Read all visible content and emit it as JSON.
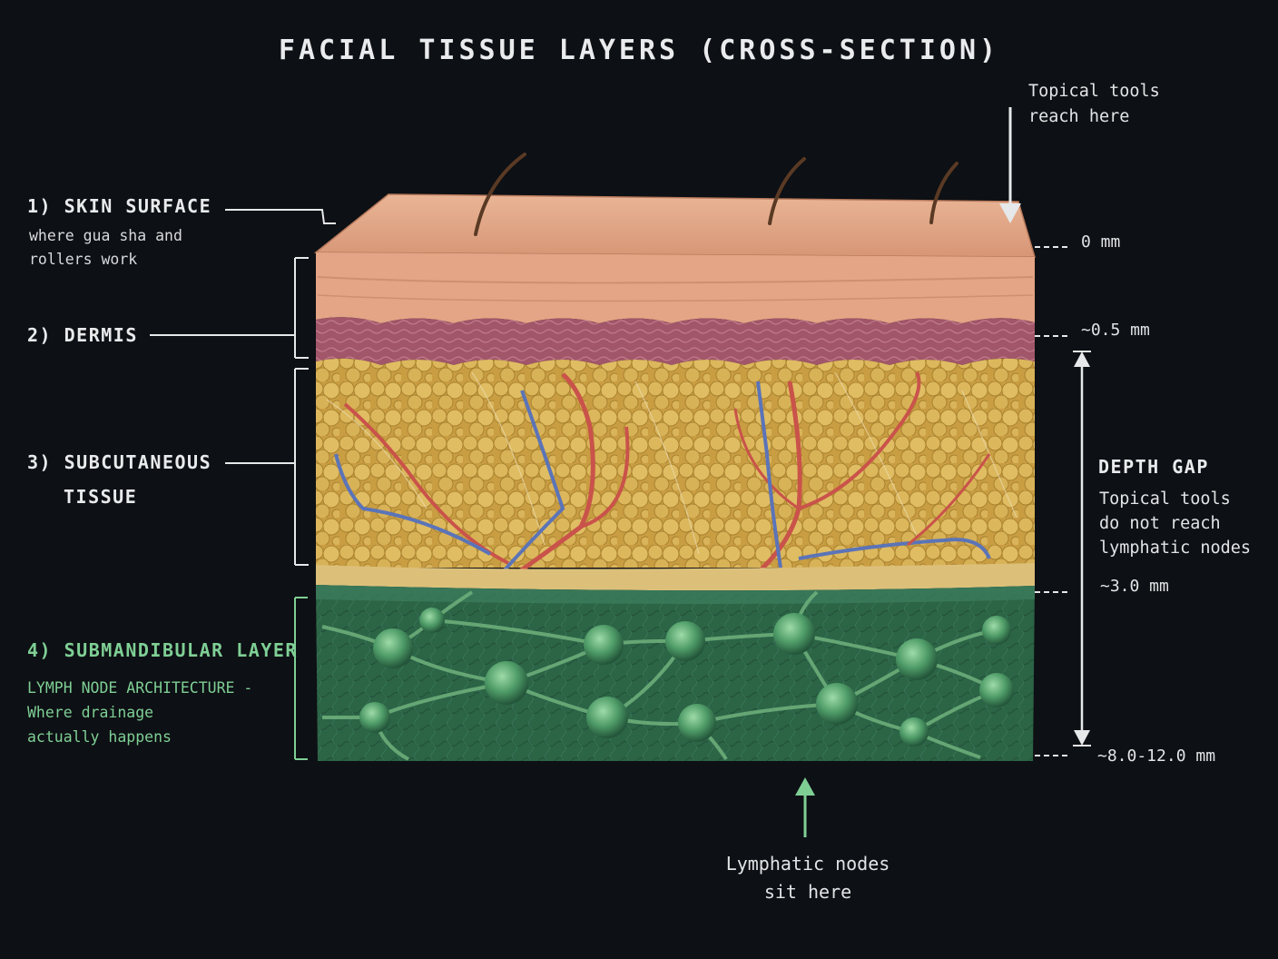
{
  "title": "FACIAL TISSUE LAYERS (CROSS-SECTION)",
  "layers": [
    {
      "label": "1) SKIN SURFACE",
      "note": [
        "where gua sha and",
        "rollers work"
      ]
    },
    {
      "label": "2) DERMIS"
    },
    {
      "label": [
        "3) SUBCUTANEOUS",
        "TISSUE"
      ]
    },
    {
      "label": "4) SUBMANDIBULAR LAYER",
      "note": [
        "LYMPH NODE ARCHITECTURE -",
        "Where drainage",
        "actually happens"
      ]
    }
  ],
  "topical": [
    "Topical tools",
    "reach here"
  ],
  "depth_marks": [
    "0 mm",
    "~0.5 mm",
    "~3.0 mm",
    "~8.0-12.0 mm"
  ],
  "depth_gap": {
    "title": "DEPTH GAP",
    "text": [
      "Topical tools",
      "do not reach",
      "lymphatic nodes"
    ]
  },
  "lymph_callout": [
    "Lymphatic nodes",
    "sit here"
  ],
  "colors": {
    "background": "#0d1014",
    "green_accent": "#7fcf95",
    "skin": "#e3a585",
    "dermis": "#a65a6f",
    "fat": "#d3ab4e",
    "lymph_layer": "#2f6a4a"
  }
}
